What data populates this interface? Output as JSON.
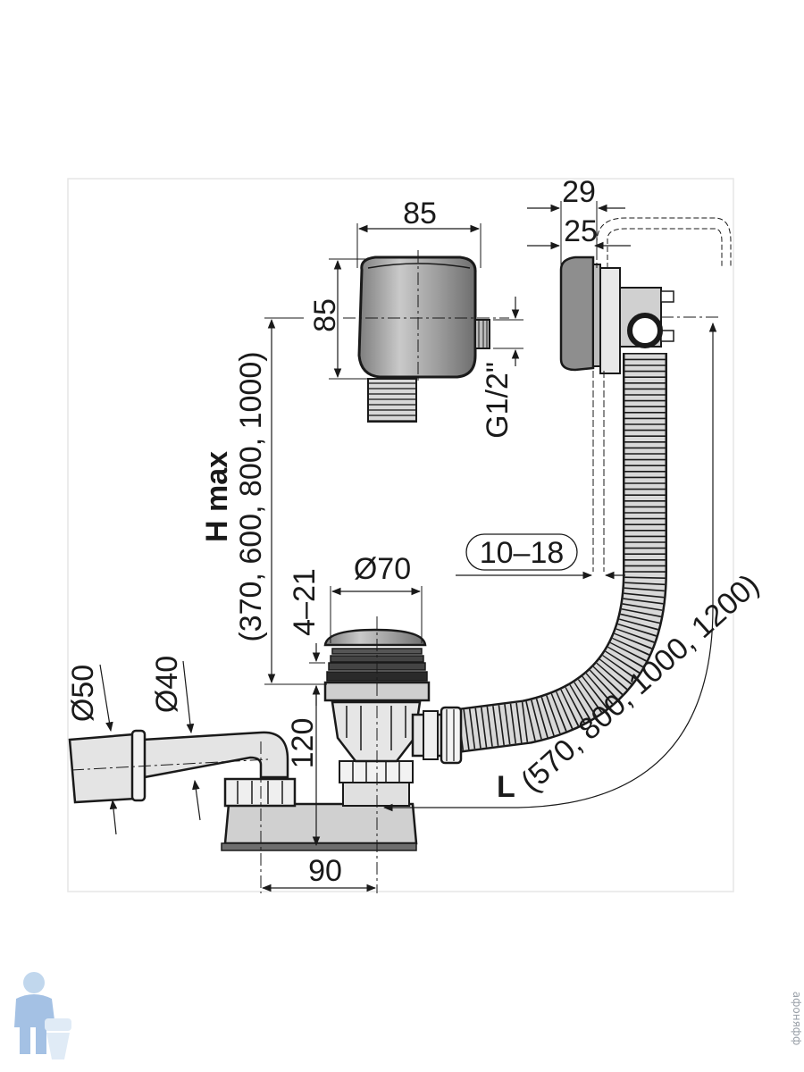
{
  "dimensions": {
    "overflow_width": "85",
    "overflow_height": "85",
    "thread": "G1/2\"",
    "plate_29": "29",
    "plate_25": "25",
    "wall_range": "10–18",
    "drain_diameter": "Ø70",
    "drain_gap": "4–21",
    "height_120": "120",
    "outlet_50": "Ø50",
    "outlet_40": "Ø40",
    "base_90": "90"
  },
  "h_max": {
    "label": "H max",
    "values": "(370, 600, 800, 1000)"
  },
  "length": {
    "label": "L",
    "values": "(570, 800, 1000, 1200)"
  },
  "watermark": {
    "text": "афоняфф"
  },
  "colors": {
    "line": "#1a1a1a",
    "fill_grey": "#9c9c9c",
    "fill_light": "#d6d6d6",
    "fill_mid": "#bdbdbd"
  }
}
